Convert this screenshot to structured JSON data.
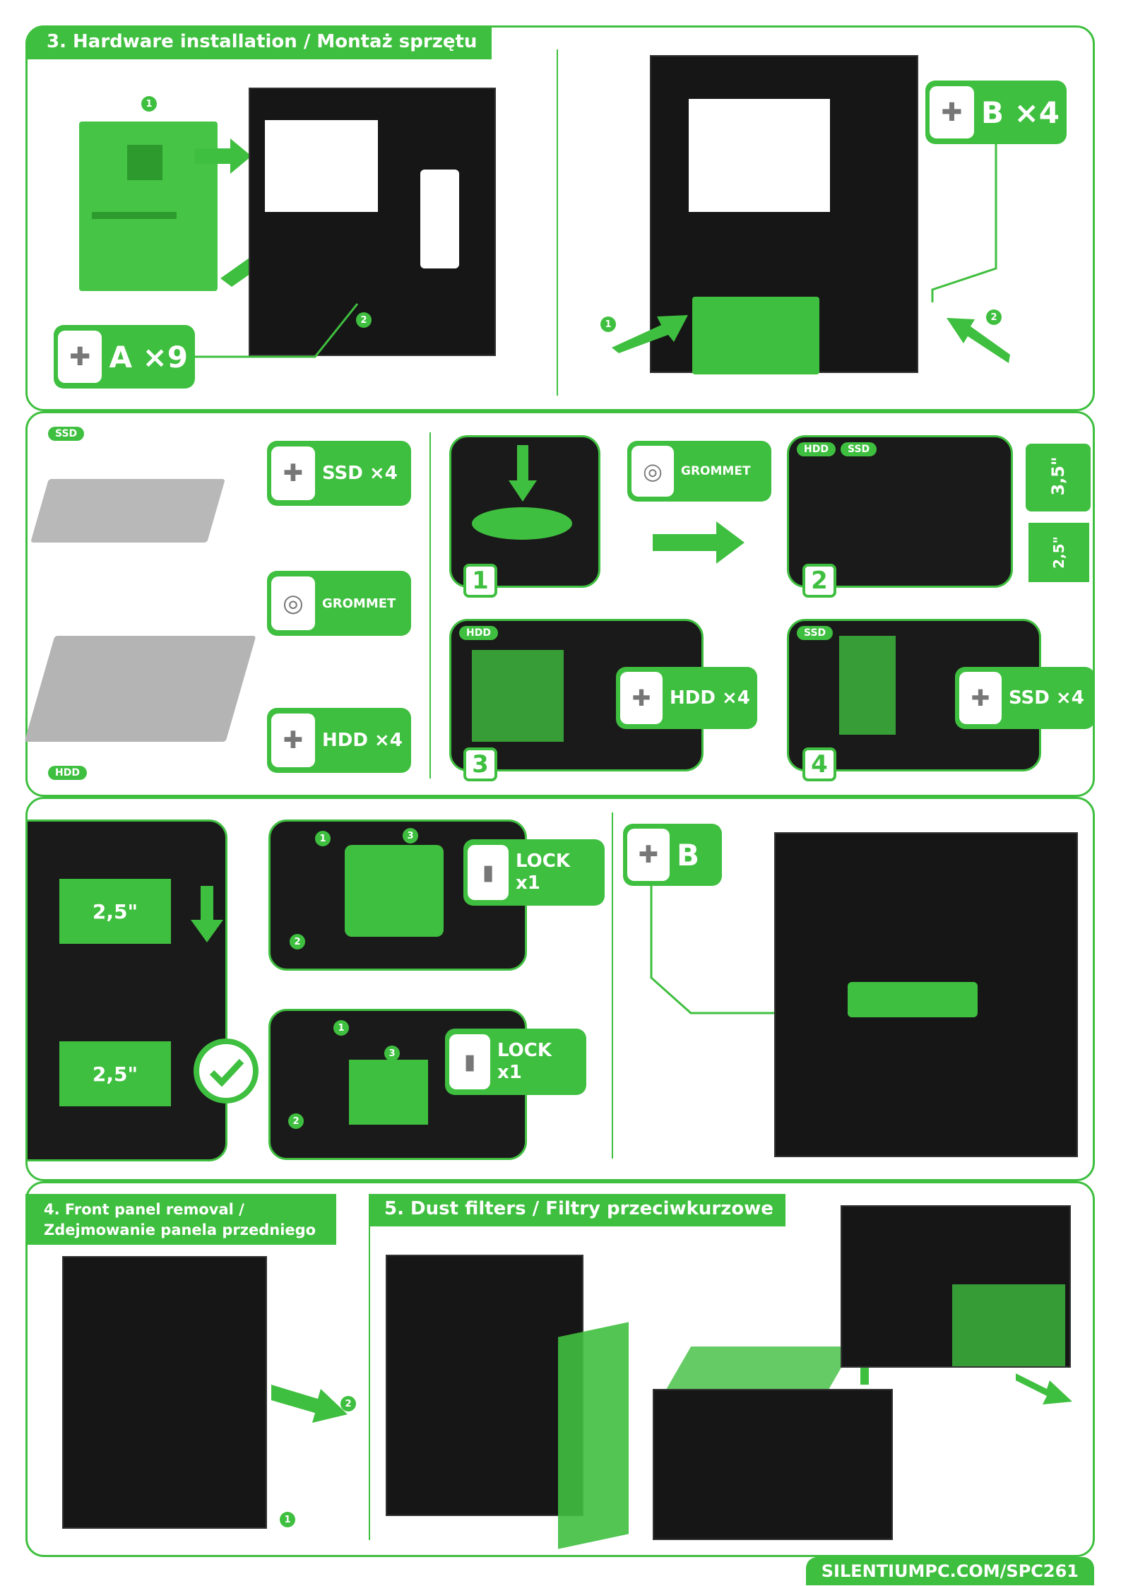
{
  "section3": {
    "title": "3. Hardware installation / Montaż sprzętu"
  },
  "section4": {
    "title_line1": "4. Front panel removal /",
    "title_line2": "Zdejmowanie panela przedniego"
  },
  "section5": {
    "title": "5. Dust filters / Filtry przeciwkurzowe"
  },
  "screws": {
    "a9": "A ×9",
    "b4": "B ×4",
    "ssd4": "SSD ×4",
    "hdd4": "HDD ×4",
    "grommet": "GROMMET",
    "b": "B",
    "lock_line1": "LOCK",
    "lock_line2": "x1"
  },
  "tags": {
    "ssd": "SSD",
    "hdd": "HDD"
  },
  "steps": {
    "s1": "1",
    "s2": "2",
    "s3": "3",
    "s4": "4"
  },
  "callouts": {
    "c1": "1",
    "c2": "2",
    "c3": "3"
  },
  "drive_labels": {
    "d25": "2,5\"",
    "d35": "3,5\"",
    "d25v": "2,5\""
  },
  "footer": {
    "url": "SILENTIUMPC.COM/SPC261"
  },
  "colors": {
    "accent": "#3fbf3f",
    "case": "#161616"
  }
}
